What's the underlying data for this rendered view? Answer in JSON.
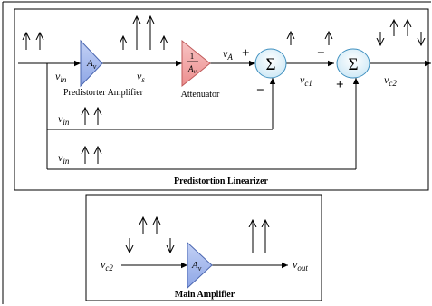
{
  "blocks": {
    "predistorter_amp_label": "Predistorter Amplifier",
    "predistorter_amp_gain": "A",
    "predistorter_amp_gain_sub": "v",
    "attenuator_label": "Attenuator",
    "attenuator_num": "1",
    "attenuator_den": "A",
    "attenuator_den_sub": "v",
    "sum1_symbol": "Σ",
    "sum2_symbol": "Σ",
    "main_amp_gain": "A",
    "main_amp_gain_sub": "v"
  },
  "signals": {
    "v_in": "v",
    "v_in_sub": "in",
    "v_s": "v",
    "v_s_sub": "s",
    "v_A": "v",
    "v_A_sub": "A",
    "v_c1": "v",
    "v_c1_sub": "c1",
    "v_c2": "v",
    "v_c2_sub": "c2",
    "v_out": "v",
    "v_out_sub": "out"
  },
  "signs": {
    "sum1_plus": "+",
    "sum1_minus": "−",
    "sum2_minus": "−",
    "sum2_plus": "+"
  },
  "panels": {
    "linearizer_title": "Predistortion Linearizer",
    "main_amp_title": "Main Amplifier"
  },
  "colors": {
    "amplifier_fill": "#9fb4ea",
    "amplifier_stroke": "#4a66b0",
    "attenuator_fill": "#f2a0a0",
    "attenuator_stroke": "#c05a5a",
    "summer_fill": "#e4f4fb",
    "summer_stroke": "#3d8fbf"
  }
}
